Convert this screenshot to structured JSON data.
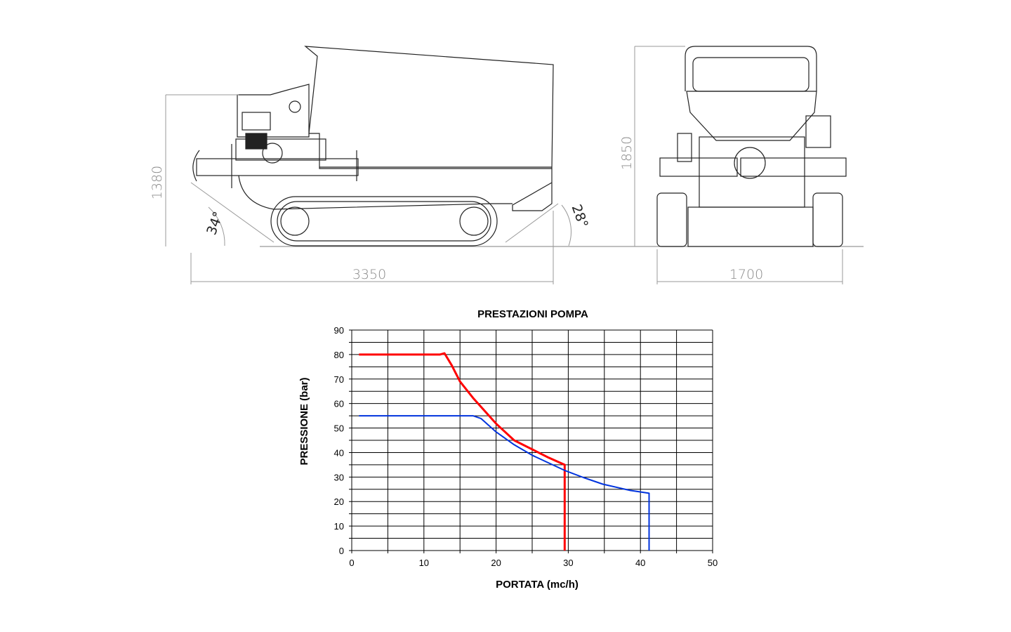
{
  "drawing": {
    "side_view": {
      "height_label": "1380",
      "length_label": "3350",
      "front_angle_label": "34°",
      "rear_angle_label": "28°"
    },
    "front_view": {
      "height_label": "1850",
      "width_label": "1700"
    }
  },
  "colors": {
    "red_series": "#ff0000",
    "blue_series": "#0033dd",
    "grid": "#000000"
  },
  "chart_data": {
    "type": "line",
    "title": "PRESTAZIONI POMPA",
    "xlabel": "PORTATA (mc/h)",
    "ylabel": "PRESSIONE (bar)",
    "xlim": [
      0,
      50
    ],
    "ylim": [
      0,
      90
    ],
    "x_ticks": [
      0,
      10,
      20,
      30,
      40,
      50
    ],
    "y_ticks": [
      0,
      10,
      20,
      30,
      40,
      50,
      60,
      70,
      80,
      90
    ],
    "x_grid_step": 5,
    "y_grid_step": 5,
    "grid": true,
    "series": [
      {
        "name": "red",
        "color": "#ff0000",
        "x": [
          1,
          12.2,
          12.85,
          13.85,
          15,
          16.8,
          20,
          22.5,
          25,
          27.3,
          29.5,
          29.5
        ],
        "y": [
          80,
          80,
          80.5,
          75.6,
          69,
          62.3,
          51.8,
          45,
          41.3,
          37.9,
          35,
          0
        ]
      },
      {
        "name": "blue",
        "color": "#0033dd",
        "x": [
          1,
          16.8,
          17.9,
          20,
          22.5,
          25,
          29.5,
          32.1,
          34.8,
          38.5,
          41.2,
          41.2
        ],
        "y": [
          55,
          55,
          53.9,
          48.4,
          43.2,
          38.9,
          32.7,
          29.8,
          27.1,
          24.6,
          23.4,
          0
        ]
      }
    ]
  }
}
